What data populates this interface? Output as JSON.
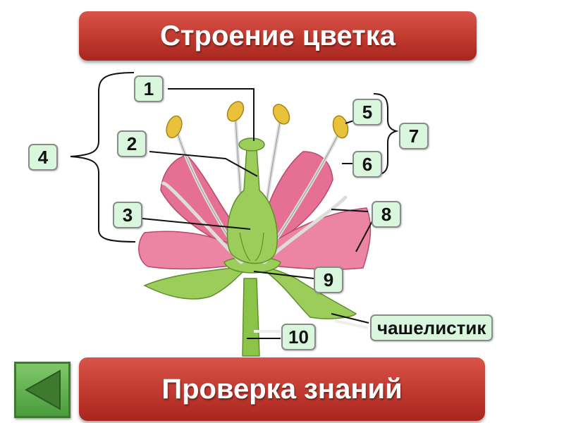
{
  "title": "Строение цветка",
  "labels": {
    "n1": "1",
    "n2": "2",
    "n3": "3",
    "n4": "4",
    "n5": "5",
    "n6": "6",
    "n7": "7",
    "n8": "8",
    "n9": "9",
    "n10": "10",
    "sepal": "чашелистик"
  },
  "check_button": "Проверка знаний",
  "back_button_icon": "triangle-left-icon",
  "colors": {
    "banner": "#c0392f",
    "label_bg": "#d9f7dc",
    "petal": "#e86a8e",
    "stem": "#8cc44a",
    "anther": "#e8c23a"
  }
}
